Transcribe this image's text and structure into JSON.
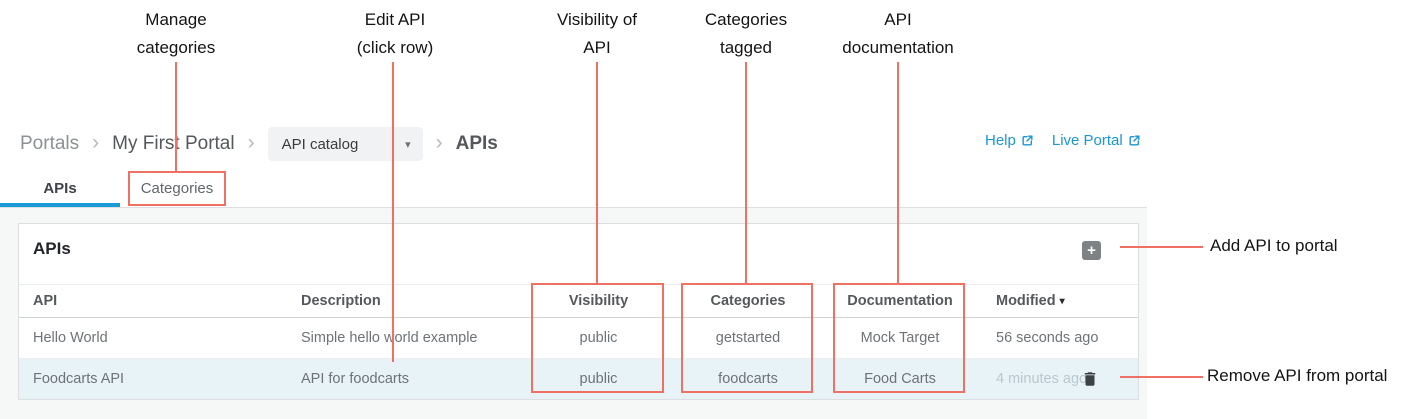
{
  "annotations": {
    "accent_color": "#ee7164",
    "top": [
      {
        "line1": "Manage",
        "line2": "categories"
      },
      {
        "line1": "Edit API",
        "line2": "(click row)"
      },
      {
        "line1": "Visibility of",
        "line2": "API"
      },
      {
        "line1": "Categories",
        "line2": "tagged"
      },
      {
        "line1": "API",
        "line2": "documentation"
      }
    ],
    "right": [
      {
        "label": "Add API to portal"
      },
      {
        "label": "Remove API from portal"
      }
    ]
  },
  "breadcrumb": {
    "portals": "Portals",
    "separator": "›",
    "portal_name": "My First Portal",
    "dropdown_value": "API catalog",
    "dropdown_caret": "▾",
    "current": "APIs"
  },
  "header_links": {
    "help": "Help",
    "live_portal": "Live Portal",
    "link_color": "#1a96d5"
  },
  "tabs": {
    "apis": "APIs",
    "categories": "Categories",
    "active_tab": "APIs",
    "underline_color": "#1a9bd7"
  },
  "panel": {
    "title": "APIs",
    "add_icon": "+"
  },
  "table": {
    "columns": [
      "API",
      "Description",
      "Visibility",
      "Categories",
      "Documentation",
      "Modified"
    ],
    "sort_column": "Modified",
    "sort_indicator": "▾",
    "rows": [
      {
        "api": "Hello World",
        "description": "Simple hello world example",
        "visibility": "public",
        "categories": "getstarted",
        "documentation": "Mock Target",
        "modified": "56 seconds ago",
        "highlighted": false
      },
      {
        "api": "Foodcarts API",
        "description": "API for foodcarts",
        "visibility": "public",
        "categories": "foodcarts",
        "documentation": "Food Carts",
        "modified": "4 minutes ago",
        "highlighted": true
      }
    ]
  },
  "colors": {
    "selected_row_bg": "#e8f3f8",
    "content_bg": "#f6f7f7",
    "panel_border": "#dcdfe0"
  }
}
